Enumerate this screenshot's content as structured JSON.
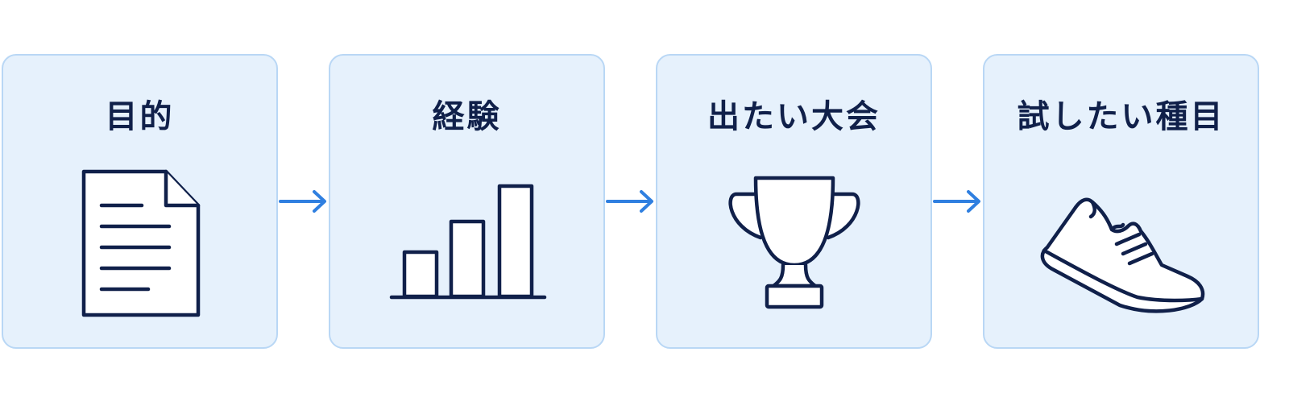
{
  "steps": [
    {
      "label": "目的",
      "icon": "document-icon"
    },
    {
      "label": "経験",
      "icon": "bar-chart-icon"
    },
    {
      "label": "出たい大会",
      "icon": "trophy-icon"
    },
    {
      "label": "試したい種目",
      "icon": "running-shoe-icon"
    }
  ],
  "colors": {
    "card_fill": "#e6f1fc",
    "card_border": "#b9d7f5",
    "text": "#10204a",
    "icon_stroke": "#10204a",
    "arrow": "#2f7fe0"
  }
}
